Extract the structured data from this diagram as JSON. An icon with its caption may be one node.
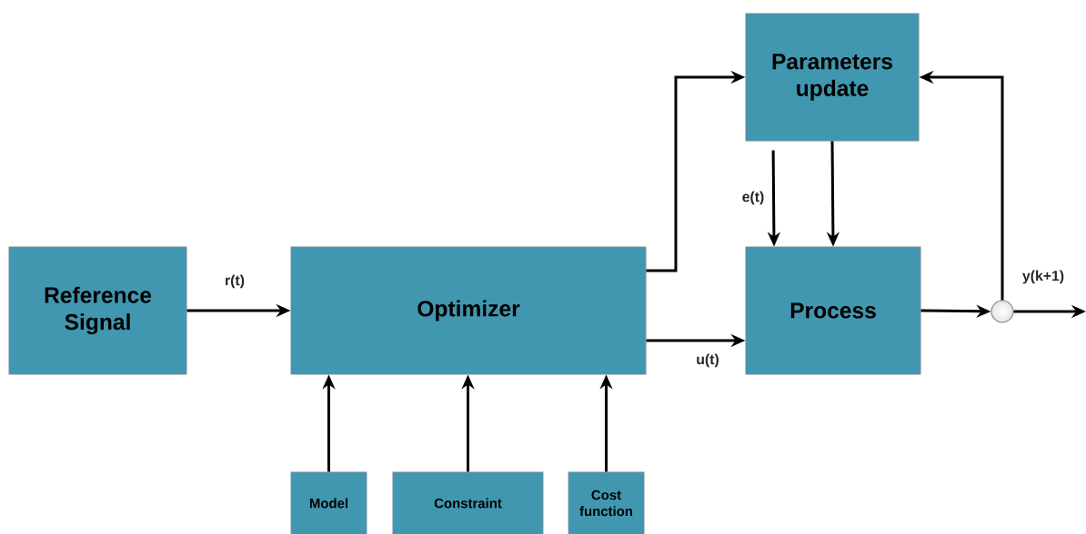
{
  "diagram": {
    "nodes": [
      {
        "text": [
          "Reference Signal"
        ]
      },
      {
        "text": [
          "Optimizer"
        ]
      },
      {
        "text": [
          "Parameters update"
        ]
      },
      {
        "text": [
          "Process"
        ]
      },
      {
        "text": [
          "Model"
        ]
      },
      {
        "text": [
          "Constraint"
        ]
      },
      {
        "text": [
          "Cost function"
        ]
      },
      {
        "text": [],
        "shape": "circle"
      }
    ],
    "edges": [
      {
        "from": 0,
        "to": 1,
        "arrow": "to",
        "label": "r(t)"
      },
      {
        "from": 1,
        "to": 2,
        "arrow": "to"
      },
      {
        "from": 1,
        "to": 3,
        "arrow": "to",
        "label": "u(t)"
      },
      {
        "from": 2,
        "to": 3,
        "arrow": "to",
        "label": "e(t)"
      },
      {
        "from": 2,
        "to": 3,
        "arrow": "to"
      },
      {
        "from": 3,
        "to": 7,
        "arrow": "to"
      },
      {
        "from": 7,
        "to": null,
        "arrow": "to",
        "label": "y(k+1)"
      },
      {
        "from": 7,
        "to": 2,
        "arrow": "to"
      },
      {
        "from": 4,
        "to": 1,
        "arrow": "to"
      },
      {
        "from": 5,
        "to": 1,
        "arrow": "to"
      },
      {
        "from": 6,
        "to": 1,
        "arrow": "to"
      }
    ]
  }
}
